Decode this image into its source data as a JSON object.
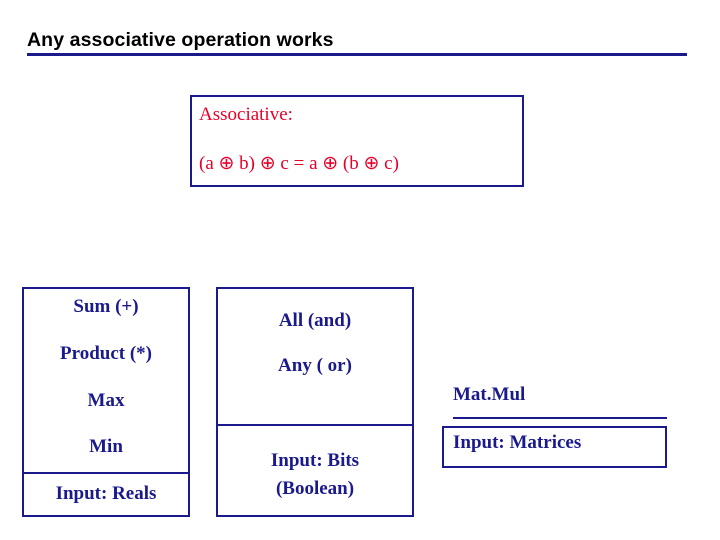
{
  "slide": {
    "title": "Any associative operation works",
    "colors": {
      "title_text": "#000000",
      "rule": "#1a1a8c",
      "box_border": "#1a1a8c",
      "accent_red": "#e8002a",
      "body_text": "#1a1a8c",
      "background": "#ffffff"
    },
    "associative_box": {
      "heading": "Associative:",
      "equation": "(a ⊕ b) ⊕ c = a ⊕ (b ⊕ c)"
    },
    "columns": [
      {
        "name": "reals-column",
        "items": [
          "Sum (+)",
          "Product (*)",
          "Max",
          "Min"
        ],
        "input_label": "Input: Reals"
      },
      {
        "name": "boolean-column",
        "items": [
          "All  (and)",
          "Any  ( or)"
        ],
        "input_label_line1": "Input: Bits",
        "input_label_line2": "(Boolean)"
      },
      {
        "name": "matrices-column",
        "items": [
          "Mat.Mul"
        ],
        "input_label": "Input: Matrices"
      }
    ]
  }
}
